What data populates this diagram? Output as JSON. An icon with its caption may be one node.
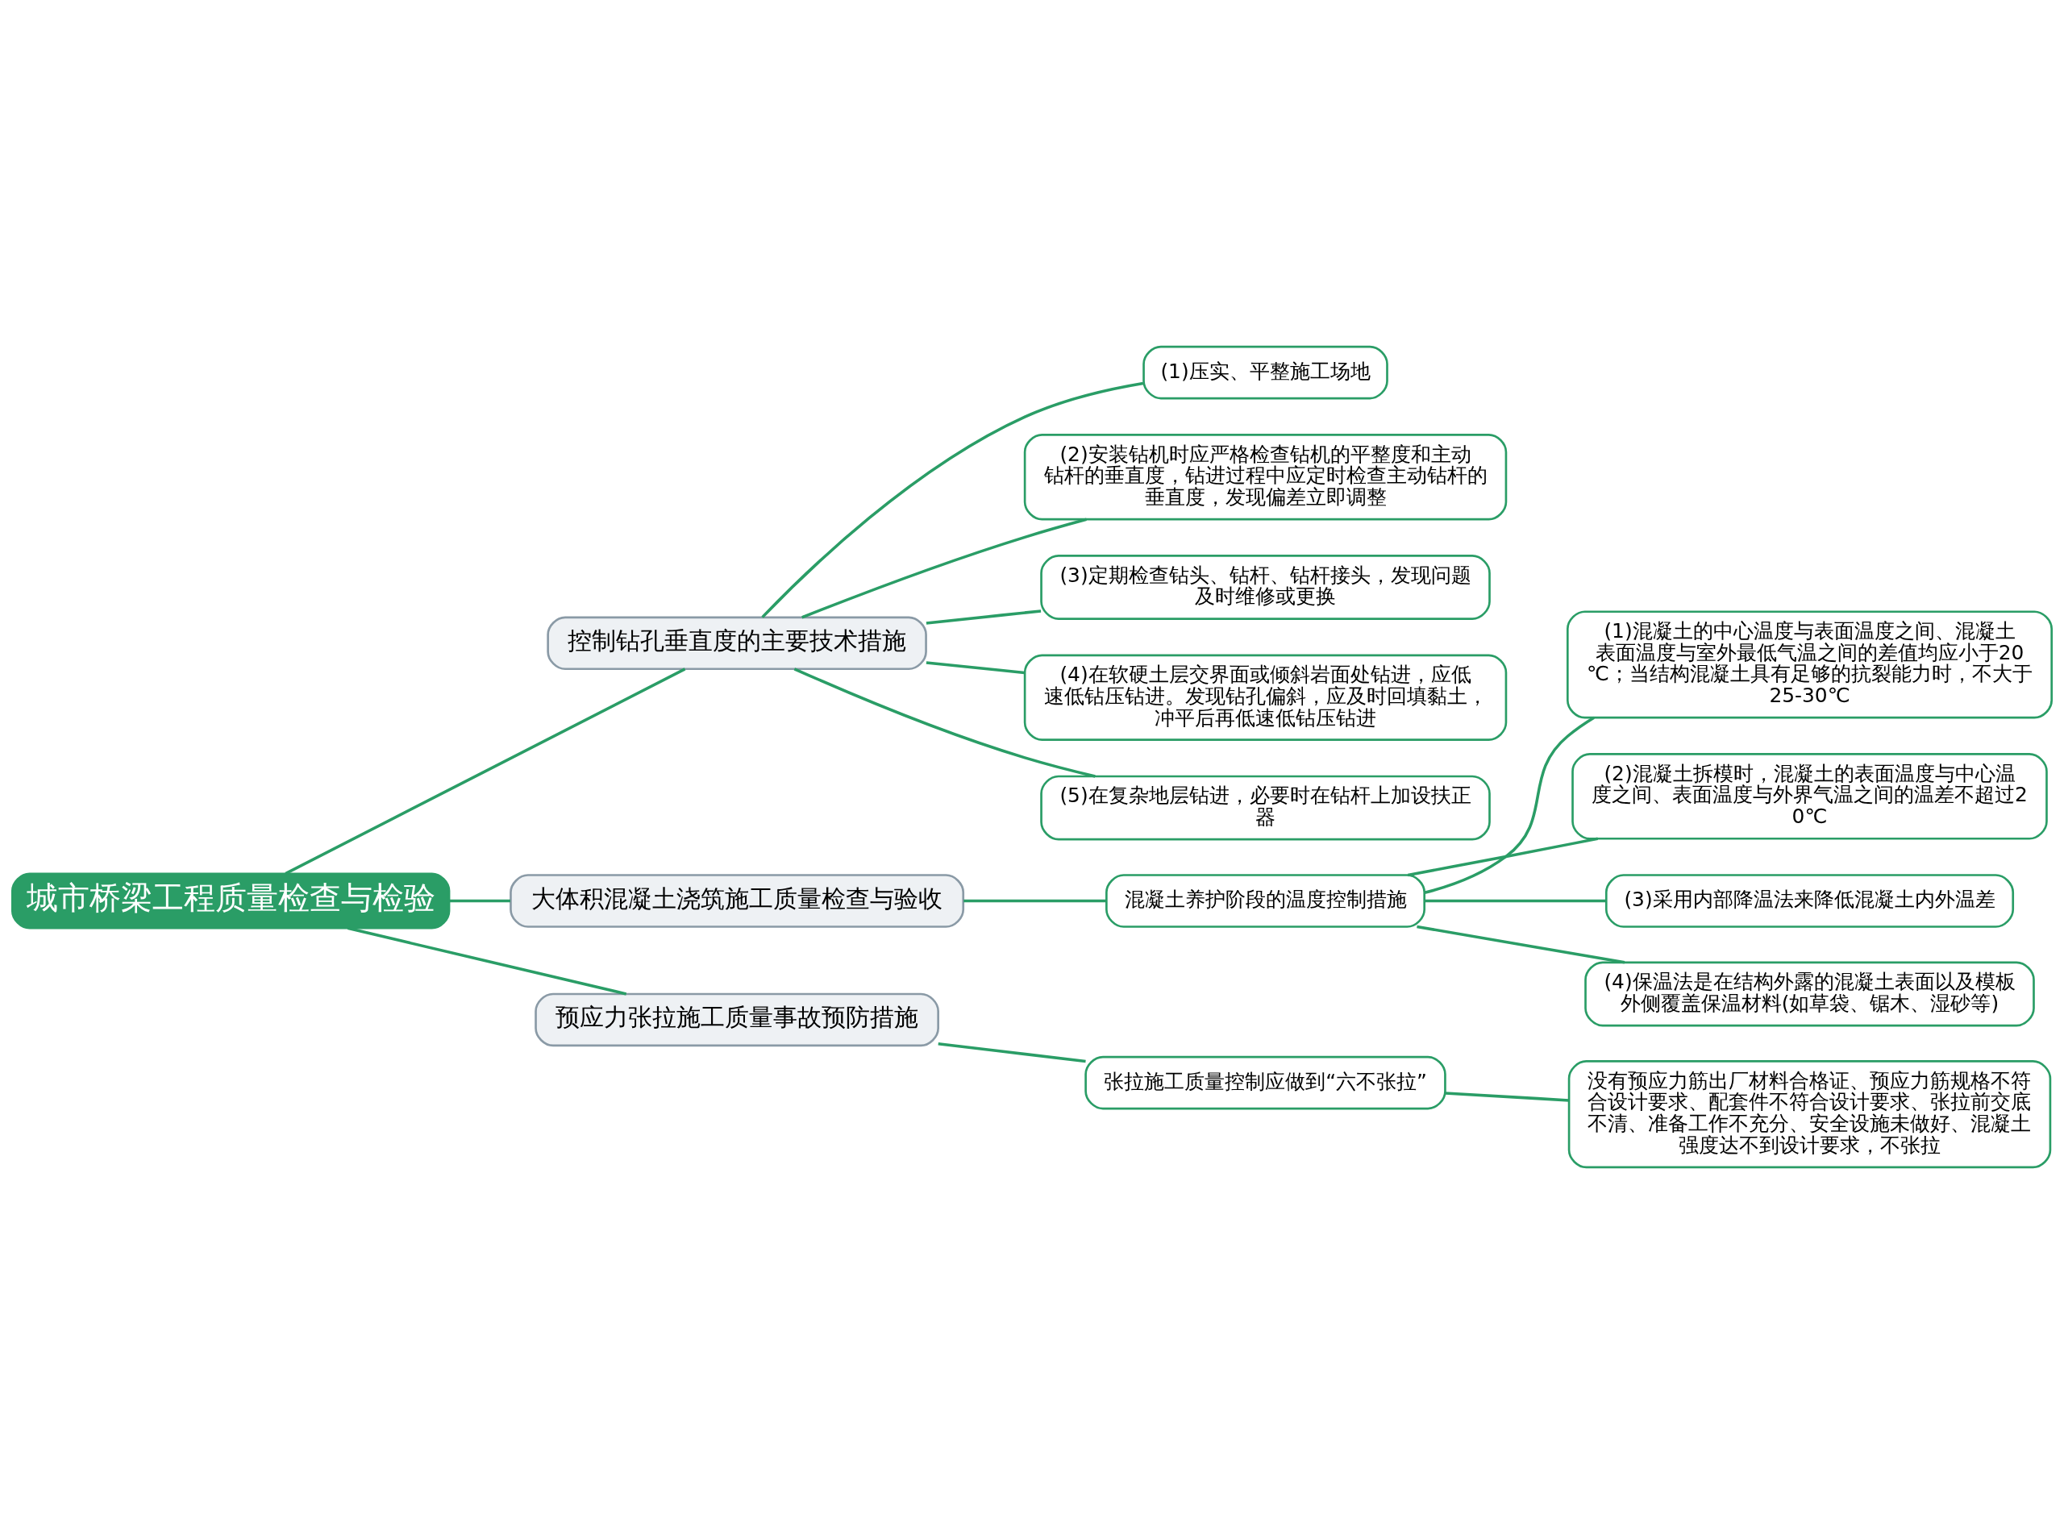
{
  "diagram": {
    "nodes": [
      {
        "text": [
          "城市桥梁工程质量检查与检验"
        ]
      },
      {
        "text": [
          "控制钻孔垂直度的主要技术措施"
        ]
      },
      {
        "text": [
          "(1)压实、平整施工场地"
        ]
      },
      {
        "text": [
          "(2)安装钻机时应严格检查钻机的平整度和主动钻杆的垂直度，钻进过程中应定时检查主动钻杆的垂直度，发现偏差立即调整"
        ]
      },
      {
        "text": [
          "(3)定期检查钻头、钻杆、钻杆接头，发现问题及时维修或更换"
        ]
      },
      {
        "text": [
          "(4)在软硬土层交界面或倾斜岩面处钻进，应低速低钻压钻进。发现钻孔偏斜，应及时回填黏土，冲平后再低速低钻压钻进"
        ]
      },
      {
        "text": [
          "(5)在复杂地层钻进，必要时在钻杆上加设扶正器"
        ]
      },
      {
        "text": [
          "大体积混凝土浇筑施工质量检查与验收"
        ]
      },
      {
        "text": [
          "混凝土养护阶段的温度控制措施"
        ]
      },
      {
        "text": [
          "(1)混凝土的中心温度与表面温度之间、混凝土表面温度与室外最低气温之间的差值均应小于20℃；当结构混凝土具有足够的抗裂能力时，不大于25-30℃"
        ]
      },
      {
        "text": [
          "(2)混凝土拆模时，混凝土的表面温度与中心温度之间、表面温度与外界气温之间的温差不超过20℃"
        ]
      },
      {
        "text": [
          "(3)采用内部降温法来降低混凝土内外温差"
        ]
      },
      {
        "text": [
          "(4)保温法是在结构外露的混凝土表面以及模板外侧覆盖保温材料(如草袋、锯木、湿砂等)"
        ]
      },
      {
        "text": [
          "预应力张拉施工质量事故预防措施"
        ]
      },
      {
        "text": [
          "张拉施工质量控制应做到“六不张拉”"
        ]
      },
      {
        "text": [
          "没有预应力筋出厂材料合格证、预应力筋规格不符合设计要求、配套件不符合设计要求、张拉前交底不清、准备工作不充分、安全设施未做好、混凝土强度达不到设计要求，不张拉"
        ]
      }
    ],
    "edges": [
      {
        "from": 0,
        "to": 1,
        "arrow": "none"
      },
      {
        "from": 1,
        "to": 2,
        "arrow": "none"
      },
      {
        "from": 1,
        "to": 3,
        "arrow": "none"
      },
      {
        "from": 1,
        "to": 4,
        "arrow": "none"
      },
      {
        "from": 1,
        "to": 5,
        "arrow": "none"
      },
      {
        "from": 1,
        "to": 6,
        "arrow": "none"
      },
      {
        "from": 0,
        "to": 7,
        "arrow": "none"
      },
      {
        "from": 7,
        "to": 8,
        "arrow": "none"
      },
      {
        "from": 8,
        "to": 9,
        "arrow": "none"
      },
      {
        "from": 8,
        "to": 10,
        "arrow": "none"
      },
      {
        "from": 8,
        "to": 11,
        "arrow": "none"
      },
      {
        "from": 8,
        "to": 12,
        "arrow": "none"
      },
      {
        "from": 0,
        "to": 13,
        "arrow": "none"
      },
      {
        "from": 13,
        "to": 14,
        "arrow": "none"
      },
      {
        "from": 14,
        "to": 15,
        "arrow": "none"
      }
    ]
  }
}
